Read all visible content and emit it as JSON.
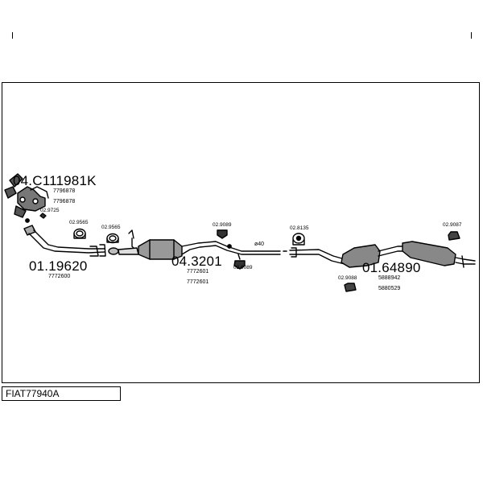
{
  "diagram": {
    "title": "FIAT77940A",
    "codes": {
      "manifold": "04.C111981K",
      "manifold_sub1": "7796878",
      "manifold_sub2": "7796878",
      "front_pipe": "01.19620",
      "front_pipe_sub": "7772600",
      "catalyst": "04.3201",
      "catalyst_sub1": "7772601",
      "catalyst_sub2": "7772601",
      "rear": "01.64890",
      "rear_sub1": "5888942",
      "rear_sub2": "5880529"
    },
    "fittings": {
      "f1": "02.9725",
      "f2": "02.9565",
      "f3": "02.9565",
      "f4": "02.9089",
      "f5": "02.9089",
      "f6": "02.8135",
      "f7": "02.9088",
      "f8": "02.9087"
    },
    "diameter": "ø40"
  },
  "colors": {
    "line": "#000000",
    "background": "#ffffff"
  }
}
